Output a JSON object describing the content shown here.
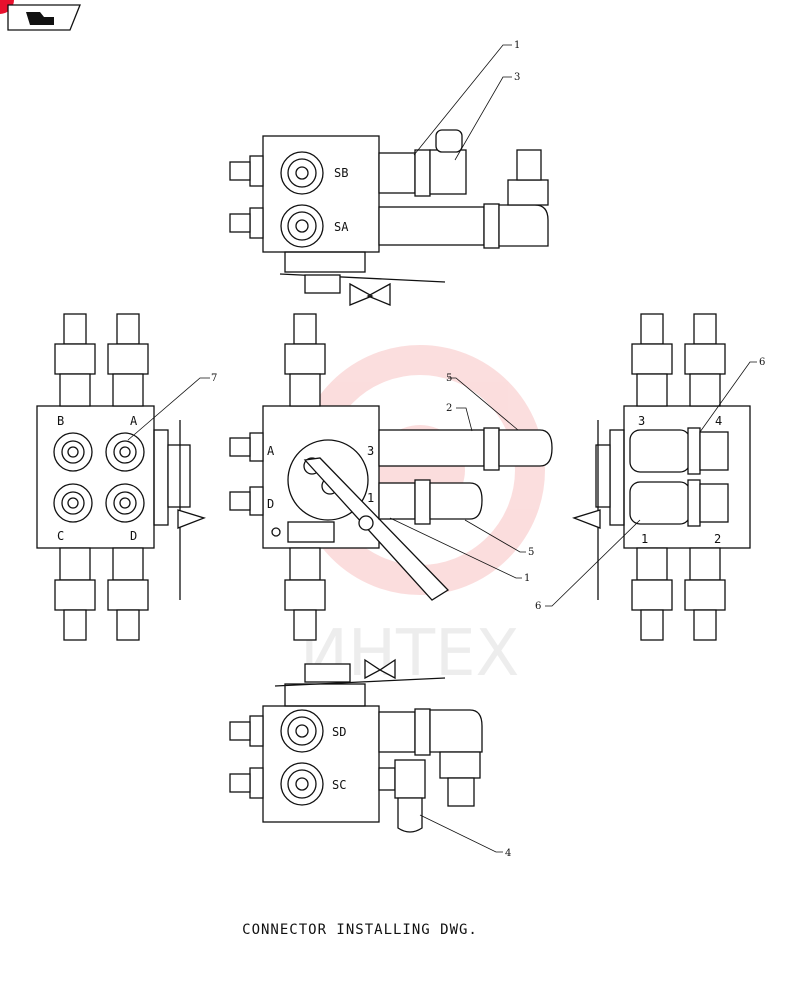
{
  "caption": "CONNECTOR INSTALLING DWG.",
  "watermark": "ИНТЕХ",
  "colors": {
    "watermark": "#f4a0a0",
    "corner_badge": "#e8112d"
  },
  "icons": {
    "nav": "back-arrow-icon"
  },
  "views": {
    "top": {
      "ports": [
        "SB",
        "SA"
      ]
    },
    "left": {
      "ports": [
        "B",
        "A",
        "C",
        "D"
      ]
    },
    "center": {
      "ports": [
        "A",
        "D",
        "3",
        "1"
      ]
    },
    "right": {
      "ports": [
        "3",
        "4",
        "1",
        "2"
      ]
    },
    "bottom": {
      "ports": [
        "SD",
        "SC"
      ]
    }
  },
  "callouts": [
    "1",
    "3",
    "7",
    "5",
    "2",
    "5",
    "1",
    "6",
    "6",
    "4"
  ]
}
